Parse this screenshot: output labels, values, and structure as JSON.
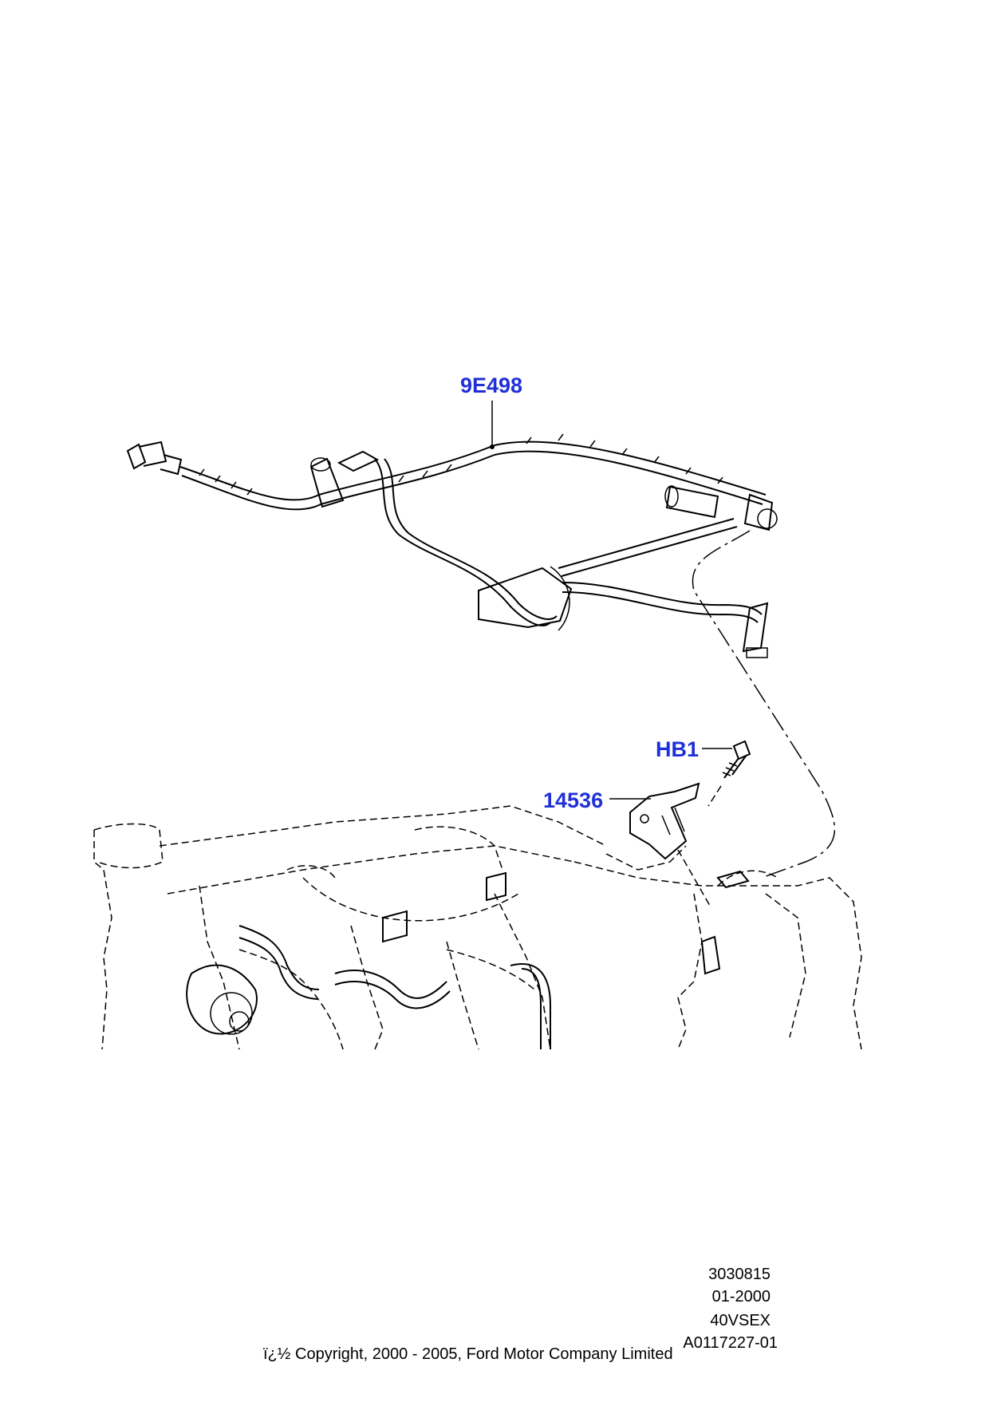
{
  "callouts": {
    "harness": "9E498",
    "bolt": "HB1",
    "bracket": "14536"
  },
  "reference": {
    "line1": "3030815",
    "line2": "01-2000",
    "line3": "40VSEX",
    "line4": "A0117227-01"
  },
  "copyright": "ï¿½ Copyright, 2000 - 2005, Ford Motor Company Limited",
  "colors": {
    "callout": "#2030d8",
    "line": "#000000",
    "background": "#ffffff"
  }
}
